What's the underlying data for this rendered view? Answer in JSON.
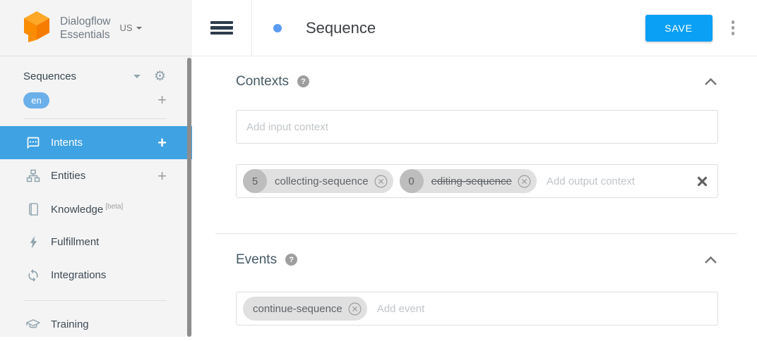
{
  "brand": {
    "line1": "Dialogflow",
    "line2": "Essentials",
    "region": "US"
  },
  "sidebar": {
    "agent_name": "Sequences",
    "language": "en",
    "add_language_label": "+",
    "items": [
      {
        "label": "Intents",
        "add": "+",
        "active": true
      },
      {
        "label": "Entities",
        "add": "+"
      },
      {
        "label": "Knowledge",
        "badge": "[beta]"
      },
      {
        "label": "Fulfillment"
      },
      {
        "label": "Integrations"
      },
      {
        "label": "Training"
      }
    ]
  },
  "header": {
    "title": "Sequence",
    "save": "SAVE"
  },
  "contexts": {
    "title": "Contexts",
    "help": "?",
    "input_placeholder": "Add input context",
    "output_placeholder": "Add output context",
    "output_chips": [
      {
        "lifespan": "5",
        "name": "collecting-sequence",
        "strikethrough": false
      },
      {
        "lifespan": "0",
        "name": "editing-sequence",
        "strikethrough": true
      }
    ]
  },
  "events": {
    "title": "Events",
    "help": "?",
    "placeholder": "Add event",
    "chips": [
      {
        "name": "continue-sequence"
      }
    ]
  },
  "colors": {
    "active_item": "#3fa2e3",
    "save_button": "#0aa0f5",
    "language_badge": "#6cb0ea",
    "intent_dot": "#5b9bf2",
    "chip_bg": "#e0e0e0",
    "chip_number_bg": "#bdbdbd",
    "logo_orange": "#F57C00"
  }
}
